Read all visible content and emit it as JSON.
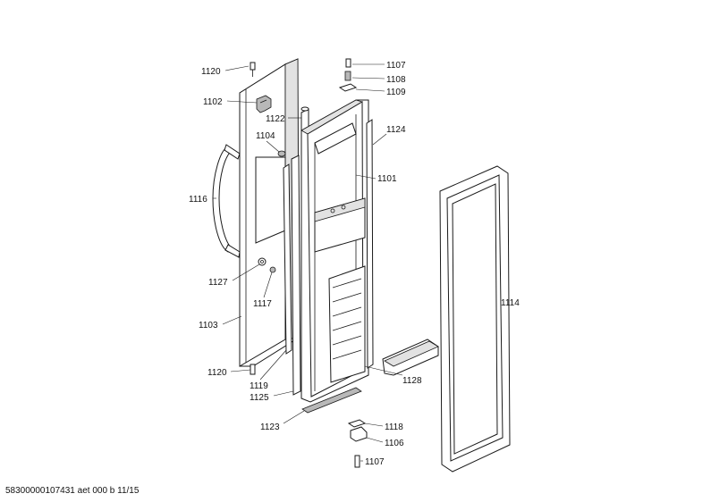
{
  "labels": {
    "l1120a": "1120",
    "l1102": "1102",
    "l1122": "1122",
    "l1104": "1104",
    "l1116": "1116",
    "l1127": "1127",
    "l1117": "1117",
    "l1103": "1103",
    "l1120b": "1120",
    "l1119": "1119",
    "l1125": "1125",
    "l1123": "1123",
    "l1107a": "1107",
    "l1108": "1108",
    "l1109": "1109",
    "l1124": "1124",
    "l1101": "1101",
    "l1114": "1114",
    "l1128": "1128",
    "l1118": "1118",
    "l1106": "1106",
    "l1107b": "1107"
  },
  "footer": "58300000107431 aet 000 b 11/15"
}
